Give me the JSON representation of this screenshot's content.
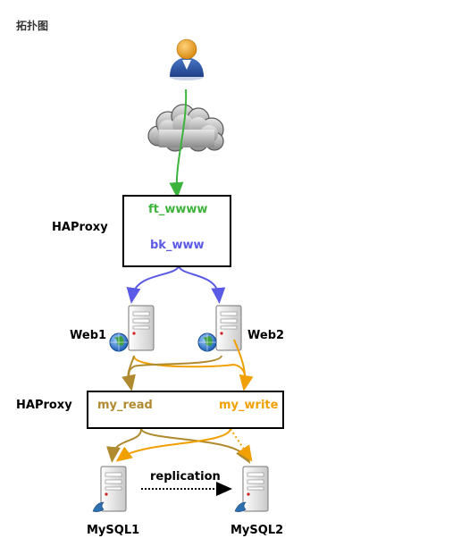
{
  "title": "拓扑图",
  "haproxy_top": {
    "label": "HAProxy",
    "frontend": "ft_wwww",
    "backend": "bk_www"
  },
  "web_servers": [
    "Web1",
    "Web2"
  ],
  "haproxy_bottom": {
    "label": "HAProxy",
    "read": "my_read",
    "write": "my_write"
  },
  "db_servers": [
    "MySQL1",
    "MySQL2"
  ],
  "replication_label": "replication",
  "colors": {
    "frontend": "#3cb43c",
    "backend": "#5a5ae6",
    "read": "#b08a2e",
    "write": "#f0a000",
    "text": "#000000"
  },
  "icons": {
    "user": "user-icon",
    "cloud": "cloud-icon",
    "server": "server-icon",
    "globe": "globe-icon",
    "database": "database-icon"
  }
}
